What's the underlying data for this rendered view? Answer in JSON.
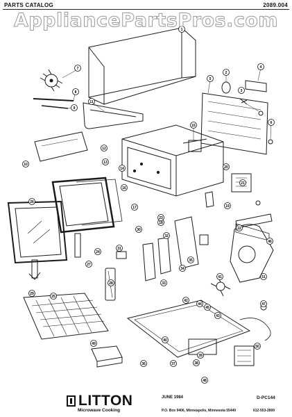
{
  "header": {
    "title": "PARTS CATALOG",
    "catalog_number": "2089.004"
  },
  "watermark": "AppliancePartsPros.com",
  "callouts": [
    "1",
    "2",
    "3",
    "4",
    "5",
    "6",
    "7",
    "8",
    "9",
    "10",
    "11",
    "12",
    "13",
    "14",
    "15",
    "16",
    "17",
    "18",
    "19",
    "20",
    "21",
    "22",
    "23",
    "24",
    "25",
    "26",
    "27",
    "28",
    "29",
    "30",
    "31",
    "32",
    "33",
    "34",
    "35",
    "36",
    "37",
    "38",
    "39",
    "40",
    "41",
    "42",
    "43",
    "44",
    "45",
    "46",
    "47",
    "48",
    "49",
    "50",
    "51"
  ],
  "footer": {
    "brand": "LITTON",
    "tagline": "Microwave Cooking",
    "date": "JUNE 1984",
    "code": "D-PC144",
    "address": "P.O. Box 9406, Minneapolis, Minnesota 55440",
    "phone": "612-553-2800"
  }
}
